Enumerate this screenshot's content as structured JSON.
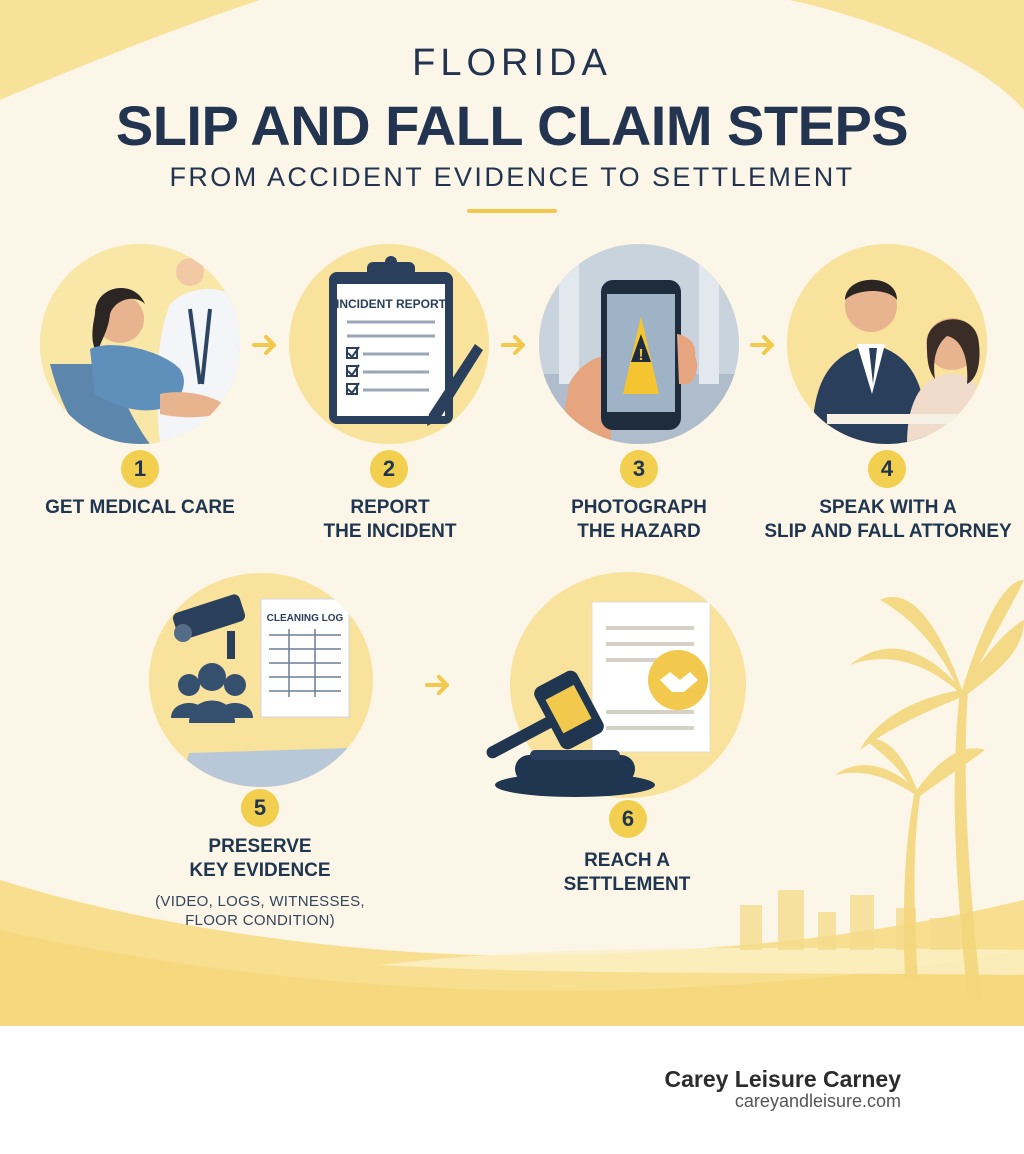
{
  "header": {
    "kicker": "FLORIDA",
    "title": "SLIP AND FALL CLAIM STEPS",
    "subtitle": "FROM ACCIDENT EVIDENCE TO SETTLEMENT"
  },
  "steps": [
    {
      "number": "1",
      "lines": [
        "GET MEDICAL CARE"
      ],
      "illustration": "patient-with-doctor"
    },
    {
      "number": "2",
      "lines": [
        "REPORT",
        "THE INCIDENT"
      ],
      "illustration": "incident-report-clipboard",
      "illustration_text": "INCIDENT REPORT"
    },
    {
      "number": "3",
      "lines": [
        "PHOTOGRAPH",
        "THE HAZARD"
      ],
      "illustration": "phone-photographing-wet-floor-sign"
    },
    {
      "number": "4",
      "lines": [
        "SPEAK WITH A",
        "SLIP AND FALL ATTORNEY"
      ],
      "illustration": "attorney-consultation"
    },
    {
      "number": "5",
      "lines": [
        "PRESERVE",
        "KEY EVIDENCE"
      ],
      "note_lines": [
        "(VIDEO, LOGS, WITNESSES,",
        "FLOOR CONDITION)"
      ],
      "illustration": "camera-cleaning-log-witnesses",
      "illustration_text": "CLEANING LOG"
    },
    {
      "number": "6",
      "lines": [
        "REACH A",
        "SETTLEMENT"
      ],
      "illustration": "gavel-and-settlement-document"
    }
  ],
  "footer": {
    "brand": "Carey Leisure Carney",
    "url": "careyandleisure.com"
  },
  "colors": {
    "navy": "#1f3550",
    "accent_yellow": "#f2c94c",
    "circle_fill": "#f9e39c",
    "background": "#fbf6e7"
  }
}
